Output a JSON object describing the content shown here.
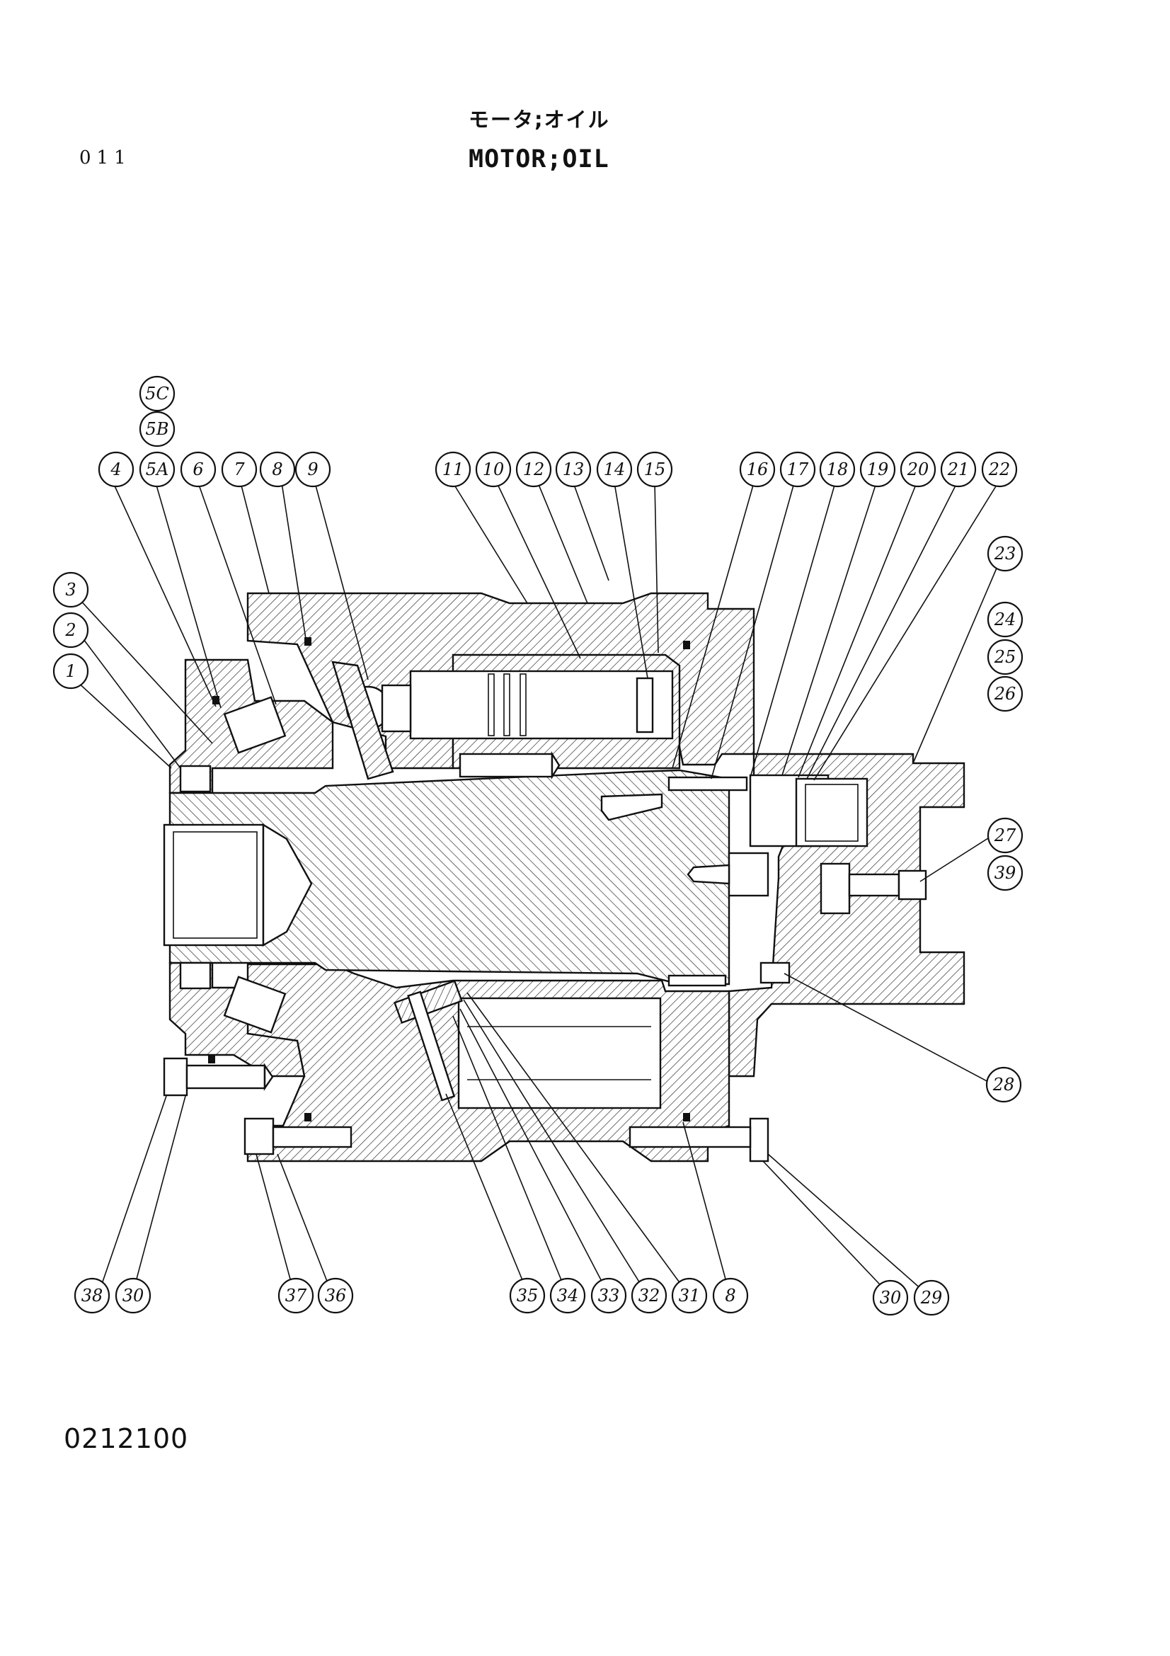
{
  "page": {
    "number": "011",
    "drawing_code": "0212100"
  },
  "title": {
    "jp": "モータ;オイル",
    "en": "MOTOR;OIL"
  },
  "callouts": {
    "c5C": "5C",
    "c5B": "5B",
    "c4": "4",
    "c5A": "5A",
    "c6": "6",
    "c7": "7",
    "c8a": "8",
    "c9": "9",
    "c11": "11",
    "c10": "10",
    "c12": "12",
    "c13": "13",
    "c14": "14",
    "c15": "15",
    "c16": "16",
    "c17": "17",
    "c18": "18",
    "c19": "19",
    "c20": "20",
    "c21": "21",
    "c22": "22",
    "c23": "23",
    "c24": "24",
    "c25": "25",
    "c26": "26",
    "c27": "27",
    "c39": "39",
    "c28": "28",
    "c3": "3",
    "c2": "2",
    "c1": "1",
    "c38": "38",
    "c30a": "30",
    "c37": "37",
    "c36": "36",
    "c35": "35",
    "c34": "34",
    "c33": "33",
    "c32": "32",
    "c31": "31",
    "c8b": "8",
    "c30b": "30",
    "c29": "29"
  }
}
